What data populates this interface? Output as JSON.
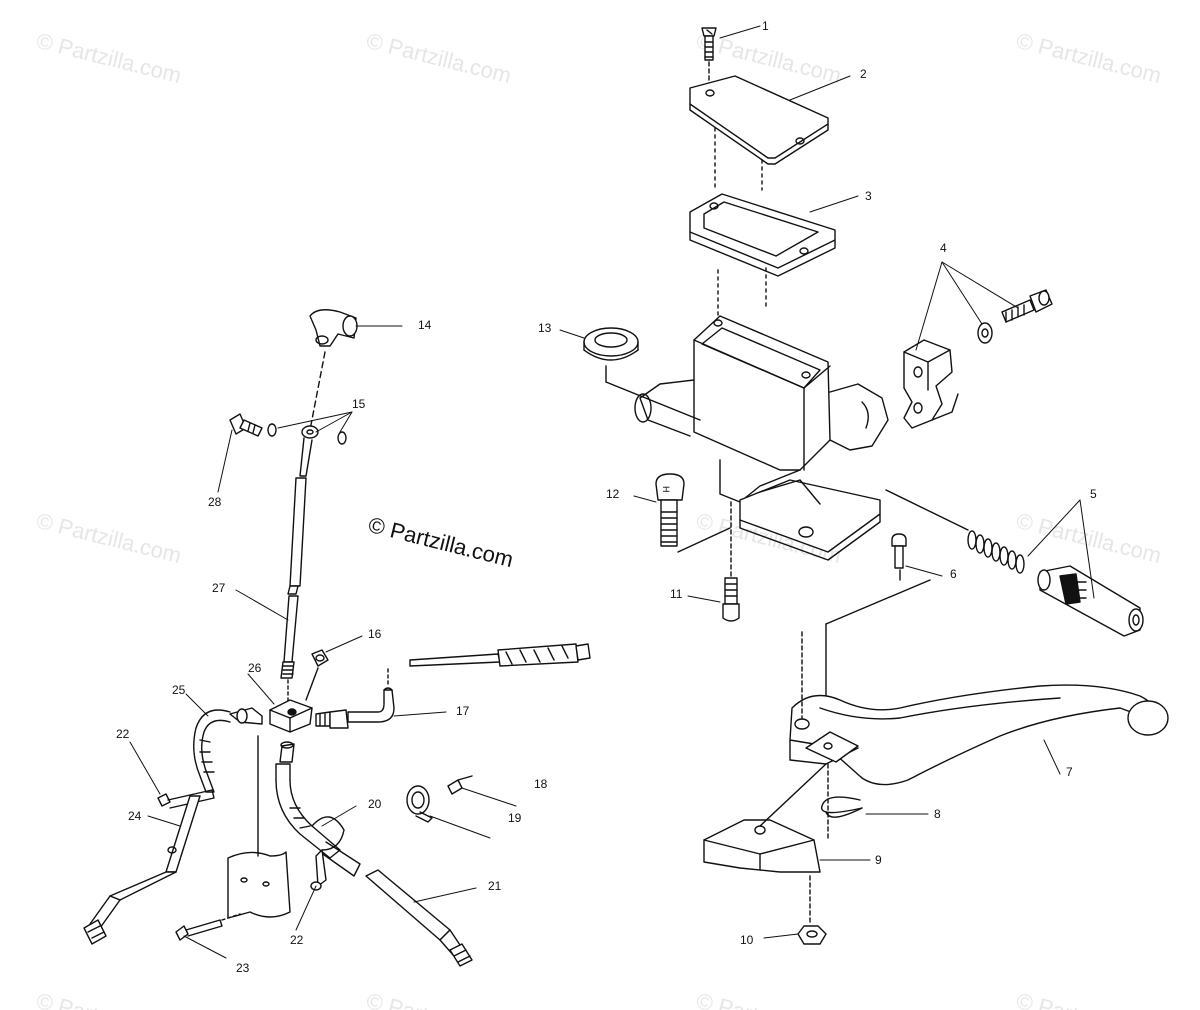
{
  "watermark": "© Partzilla.com",
  "brand": "© Partzilla.com",
  "callouts": {
    "c1": "1",
    "c2": "2",
    "c3": "3",
    "c4": "4",
    "c5": "5",
    "c6": "6",
    "c7": "7",
    "c8": "8",
    "c9": "9",
    "c10": "10",
    "c11": "11",
    "c12": "12",
    "c13": "13",
    "c14": "14",
    "c15": "15",
    "c16": "16",
    "c17": "17",
    "c18": "18",
    "c19": "19",
    "c20": "20",
    "c21": "21",
    "c22a": "22",
    "c22b": "22",
    "c23": "23",
    "c24": "24",
    "c25": "25",
    "c26": "26",
    "c27": "27",
    "c28": "28"
  }
}
